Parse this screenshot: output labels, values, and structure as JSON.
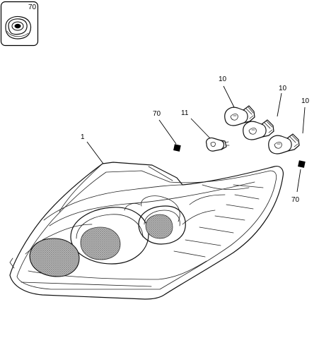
{
  "callouts": {
    "inset_ref": "70",
    "lamp_assembly": "1",
    "grommet_left": "70",
    "grommet_right": "70",
    "small_bulb": "11",
    "bulb_a": "10",
    "bulb_b": "10",
    "bulb_c": "10"
  },
  "colors": {
    "stroke": "#111111",
    "screen_fill": "#9a9a9a",
    "grommet_fill": "#000000"
  }
}
